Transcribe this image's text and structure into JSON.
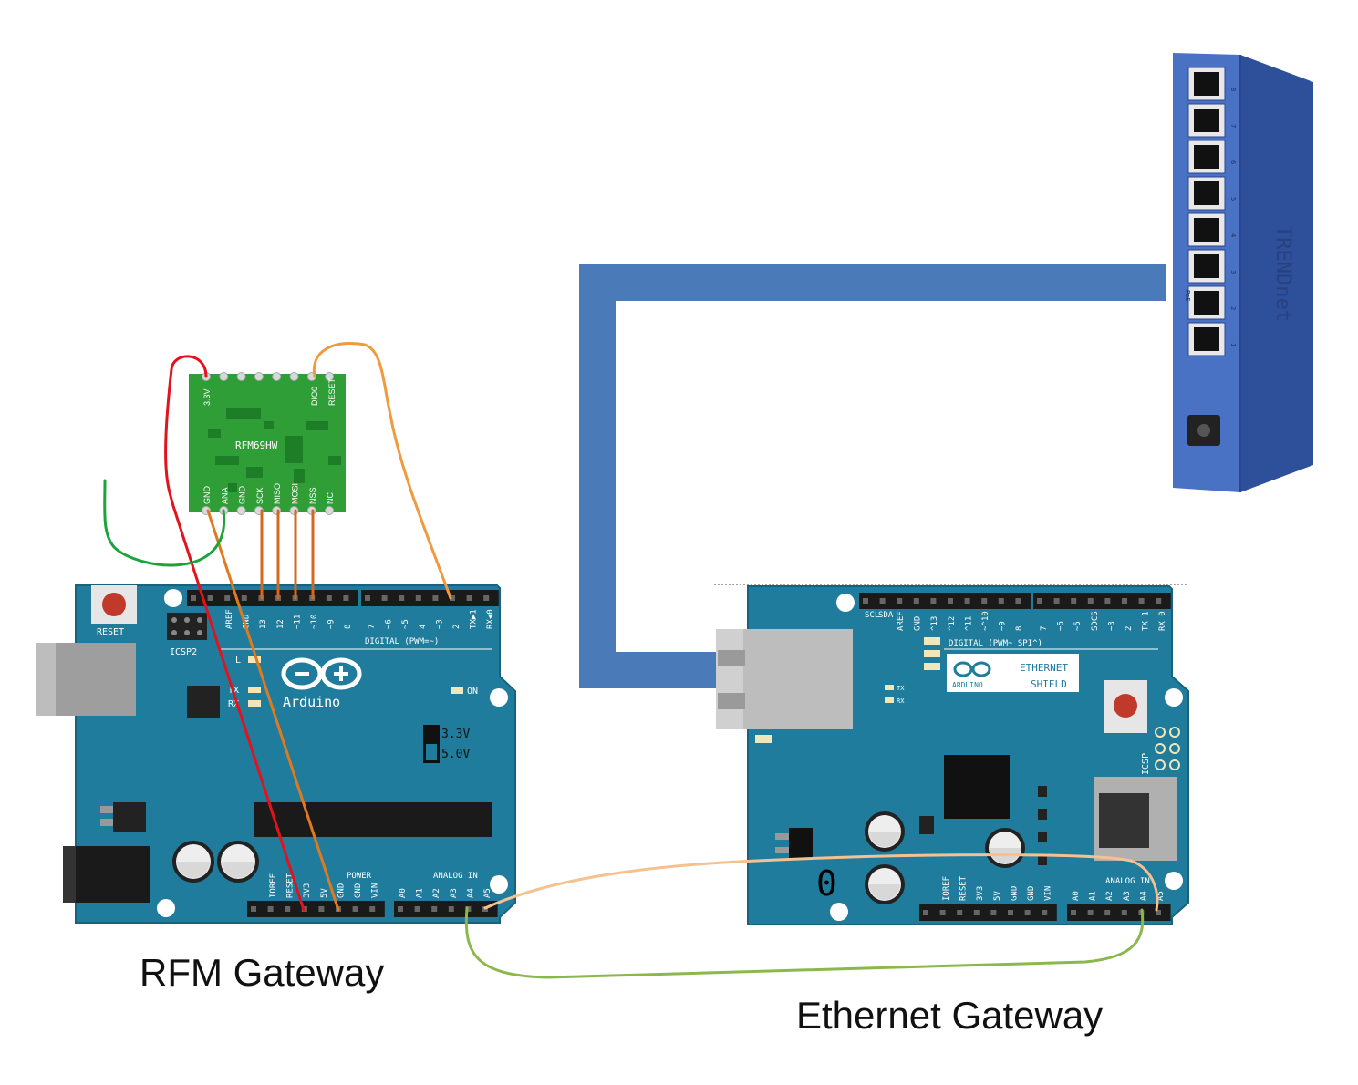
{
  "captions": {
    "rfm_gateway": "RFM Gateway",
    "ethernet_gateway": "Ethernet Gateway",
    "stray_zero": "0"
  },
  "rfm_module": {
    "name": "RFM69HW",
    "top_pins": [
      "3.3V",
      "DIO0",
      "RESET"
    ],
    "bottom_pins": [
      "GND",
      "ANA",
      "GND",
      "SCK",
      "MISO",
      "MOSI",
      "NSS",
      "NC"
    ]
  },
  "arduino_uno": {
    "logo": "Arduino",
    "reset": "RESET",
    "icsp": "ICSP2",
    "led_l": "L",
    "led_tx": "TX",
    "led_rx": "RX",
    "on": "ON",
    "voltage_3v3": "3.3V",
    "voltage_5v": "5.0V",
    "digital_label": "DIGITAL (PWM=~)",
    "digital_pins": [
      "AREF",
      "GND",
      "13",
      "12",
      "~11",
      "~10",
      "~9",
      "8",
      "7",
      "~6",
      "~5",
      "4",
      "~3",
      "2",
      "TX▶1",
      "RX◀0"
    ],
    "power_label": "POWER",
    "power_pins": [
      "IOREF",
      "RESET",
      "3V3",
      "5V",
      "GND",
      "GND",
      "VIN"
    ],
    "analog_label": "ANALOG IN",
    "analog_pins": [
      "A0",
      "A1",
      "A2",
      "A3",
      "A4",
      "A5"
    ]
  },
  "ethernet_shield": {
    "title_line1": "ETHERNET",
    "title_line2": "SHIELD",
    "logo_sub": "ARDUINO",
    "digital_label": "DIGITAL (PWM~ SPI^)",
    "digital_pins": [
      "SCL",
      "SDA",
      "AREF",
      "GND",
      "^13",
      "^12",
      "^11",
      "~^10",
      "~9",
      "8",
      "7",
      "~6",
      "~5",
      "SDCS",
      "~3",
      "2",
      "TX 1",
      "RX 0"
    ],
    "led_tx": "TX",
    "led_rx": "RX",
    "icsp": "ICSP",
    "power_pins": [
      "IOREF",
      "RESET",
      "3V3",
      "5V",
      "GND",
      "GND",
      "VIN"
    ],
    "analog_label": "ANALOG IN",
    "analog_pins": [
      "A0",
      "A1",
      "A2",
      "A3",
      "A4",
      "A5"
    ]
  },
  "switch_device": {
    "port_numbers": [
      "8",
      "7",
      "6",
      "5",
      "4",
      "3",
      "2",
      "1"
    ],
    "poe": "PoE",
    "brand": "TRENDnet"
  },
  "colors": {
    "board": "#1f7c9d",
    "board_edge": "#17637f",
    "module": "#2f9e37",
    "network_cable": "#4a7ab8",
    "switch_body": "#3f62b5",
    "wire_red": "#e0141d",
    "wire_orange": "#e07a1f",
    "wire_green": "#1aa43a",
    "wire_peach": "#f5c18f",
    "wire_olive": "#8bb84b"
  }
}
